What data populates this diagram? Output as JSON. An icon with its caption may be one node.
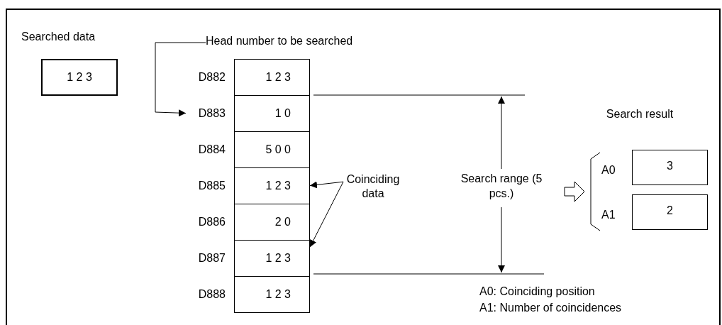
{
  "diagram": {
    "nodes": [
      {
        "text": [
          "Searched data",
          "1 2 3"
        ]
      },
      {
        "text": [
          "Head number to be searched"
        ]
      },
      {
        "text": [
          "D882",
          "1 2 3"
        ]
      },
      {
        "text": [
          "D883",
          "1 0"
        ]
      },
      {
        "text": [
          "D884",
          "5 0 0"
        ]
      },
      {
        "text": [
          "D885",
          "1 2 3"
        ]
      },
      {
        "text": [
          "D886",
          "2 0"
        ]
      },
      {
        "text": [
          "D887",
          "1 2 3"
        ]
      },
      {
        "text": [
          "D888",
          "1 2 3"
        ]
      },
      {
        "text": [
          "Coinciding data"
        ]
      },
      {
        "text": [
          "A0",
          "3"
        ]
      },
      {
        "text": [
          "A1",
          "2"
        ]
      }
    ],
    "edges": [
      {
        "from": 1,
        "to": 3,
        "arrow": "to"
      },
      {
        "from": 9,
        "to": 5,
        "arrow": "to"
      },
      {
        "from": 9,
        "to": 7,
        "arrow": "to"
      }
    ],
    "labels": [
      "Search range (5 pcs.)",
      "Search result",
      "A0: Coinciding position",
      "A1: Number of coincidences"
    ]
  }
}
